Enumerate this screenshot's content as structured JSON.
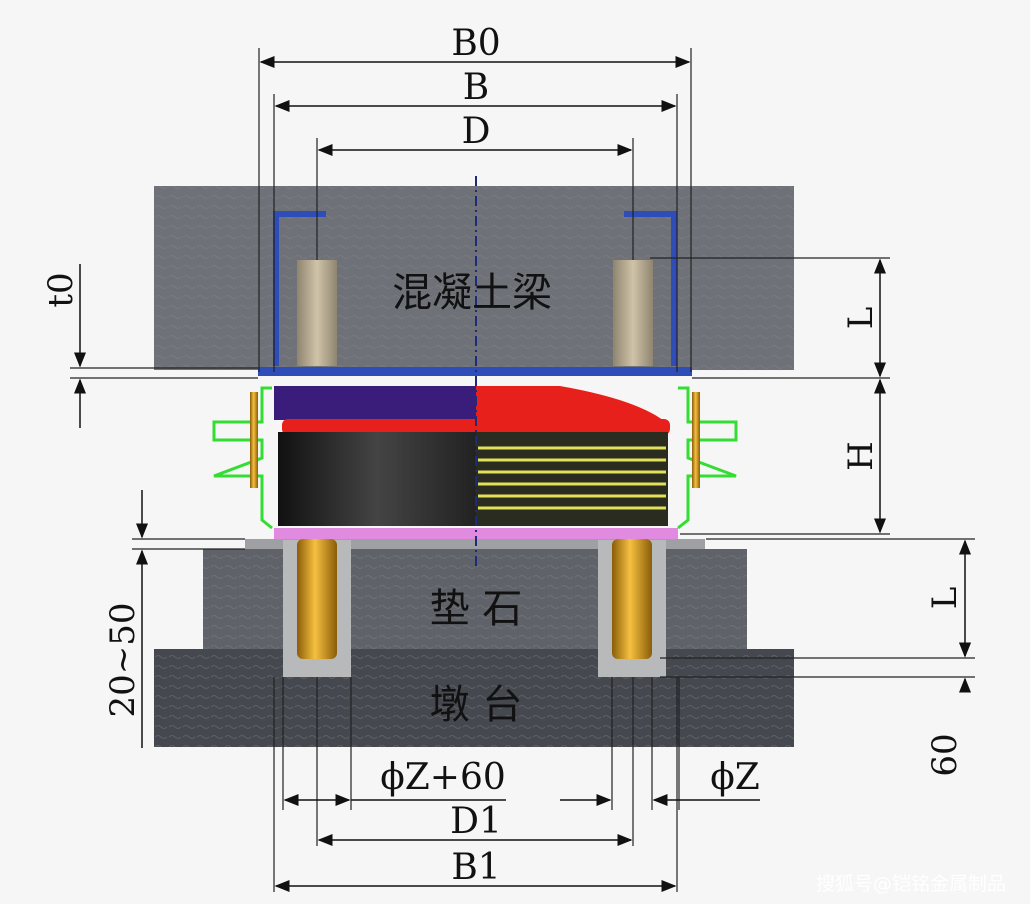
{
  "labels": {
    "beam": "混凝土梁",
    "pad_stone": "垫 石",
    "pier": "墩 台"
  },
  "dimensions": {
    "B0": "B0",
    "B": "B",
    "D": "D",
    "t0": "t0",
    "L_top": "L",
    "H": "H",
    "L_bottom": "L",
    "range": "20~50",
    "sixty": "60",
    "phiZ60": "ϕZ+60",
    "phiZ": "ϕZ",
    "D1": "D1",
    "B1": "B1"
  },
  "watermark": "搜狐号@铠铭金属制品",
  "colors": {
    "background": "#f6f6f6",
    "concrete_beam": "#6e7177",
    "pad_stone": "#5f6268",
    "pier": "#45484e",
    "top_plate": "#2f4db8",
    "bearing_red": "#e8201c",
    "bearing_purple": "#3a1d7a",
    "rubber_black": "#222222",
    "pink_plate": "#e08ae0",
    "anchor_gold": "#d8a020",
    "outline_green": "#33dd33"
  }
}
